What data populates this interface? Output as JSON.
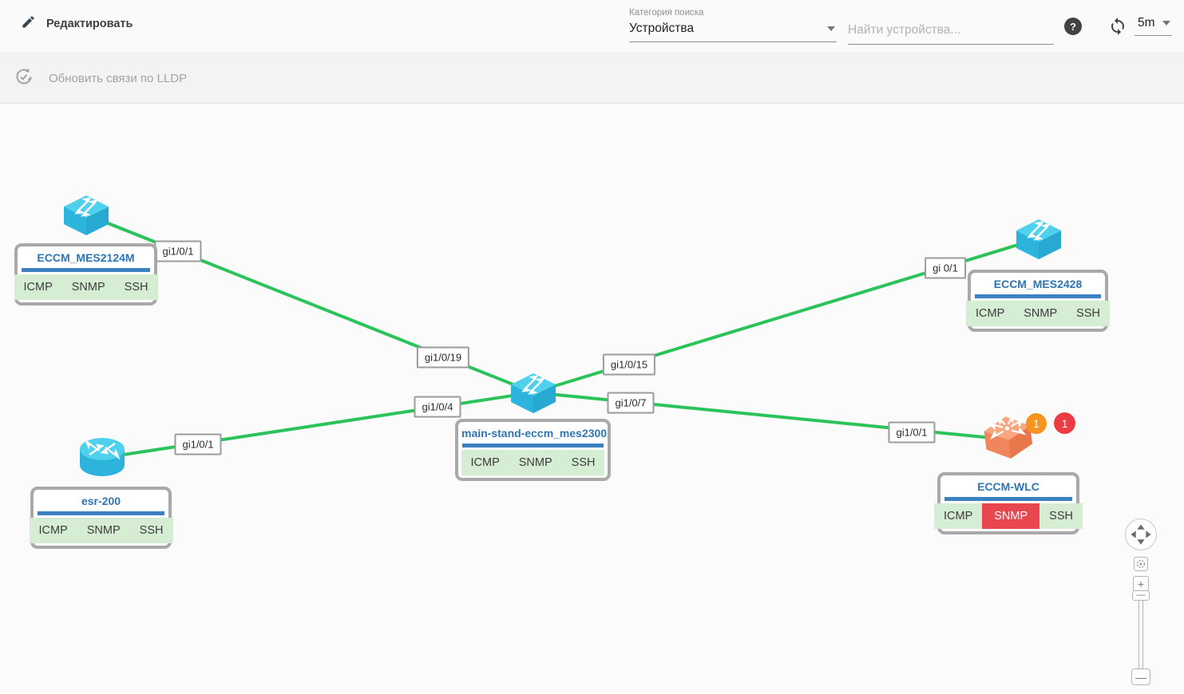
{
  "header": {
    "edit_label": "Редактировать",
    "search_category_label": "Категория поиска",
    "search_category_value": "Устройства",
    "search_placeholder": "Найти устройства...",
    "refresh_interval": "5m"
  },
  "toolbar": {
    "lldp_label": "Обновить связи по LLDP"
  },
  "canvas": {
    "nodes": [
      {
        "title": "ECCM_MES2124M",
        "type": "switch",
        "badges": [
          {
            "label": "ICMP",
            "status": "ok"
          },
          {
            "label": "SNMP",
            "status": "ok"
          },
          {
            "label": "SSH",
            "status": "ok"
          }
        ]
      },
      {
        "title": "ECCM_MES2428",
        "type": "switch",
        "badges": [
          {
            "label": "ICMP",
            "status": "ok"
          },
          {
            "label": "SNMP",
            "status": "ok"
          },
          {
            "label": "SSH",
            "status": "ok"
          }
        ]
      },
      {
        "title": "main-stand-eccm_mes2300",
        "type": "switch",
        "badges": [
          {
            "label": "ICMP",
            "status": "ok"
          },
          {
            "label": "SNMP",
            "status": "ok"
          },
          {
            "label": "SSH",
            "status": "ok"
          }
        ]
      },
      {
        "title": "esr-200",
        "type": "router",
        "badges": [
          {
            "label": "ICMP",
            "status": "ok"
          },
          {
            "label": "SNMP",
            "status": "ok"
          },
          {
            "label": "SSH",
            "status": "ok"
          }
        ]
      },
      {
        "title": "ECCM-WLC",
        "type": "wireless-controller",
        "badges": [
          {
            "label": "ICMP",
            "status": "ok"
          },
          {
            "label": "SNMP",
            "status": "error"
          },
          {
            "label": "SSH",
            "status": "ok"
          }
        ],
        "notifications": [
          {
            "count": "1",
            "severity": "warning"
          },
          {
            "count": "1",
            "severity": "critical"
          }
        ]
      }
    ],
    "edges": [
      {
        "from": "ECCM_MES2124M",
        "to": "main-stand-eccm_mes2300",
        "from_port": "gi1/0/1",
        "to_port": "gi1/0/19"
      },
      {
        "from": "main-stand-eccm_mes2300",
        "to": "ECCM_MES2428",
        "from_port": "gi1/0/15",
        "to_port": "gi 0/1"
      },
      {
        "from": "esr-200",
        "to": "main-stand-eccm_mes2300",
        "from_port": "gi1/0/1",
        "to_port": "gi1/0/4"
      },
      {
        "from": "main-stand-eccm_mes2300",
        "to": "ECCM-WLC",
        "from_port": "gi1/0/7",
        "to_port": "gi1/0/1"
      }
    ]
  },
  "colors": {
    "edge_green": "#2cc45a",
    "title_blue": "#2e75b6",
    "divider_blue": "#3b80c0",
    "badge_ok_green": "#d5edd3",
    "badge_error_red": "#e84750",
    "notif_warning_orange": "#f5941f",
    "notif_critical_red": "#ec3b42",
    "switch_icon_cyan": "#2db4dd",
    "wlc_icon_orange": "#f0865b",
    "card_border_gray": "#a9a9a9"
  },
  "icons": {
    "edit": "pencil-icon",
    "help": "help-icon",
    "refresh": "refresh-icon",
    "lldp": "refresh-check-icon"
  }
}
